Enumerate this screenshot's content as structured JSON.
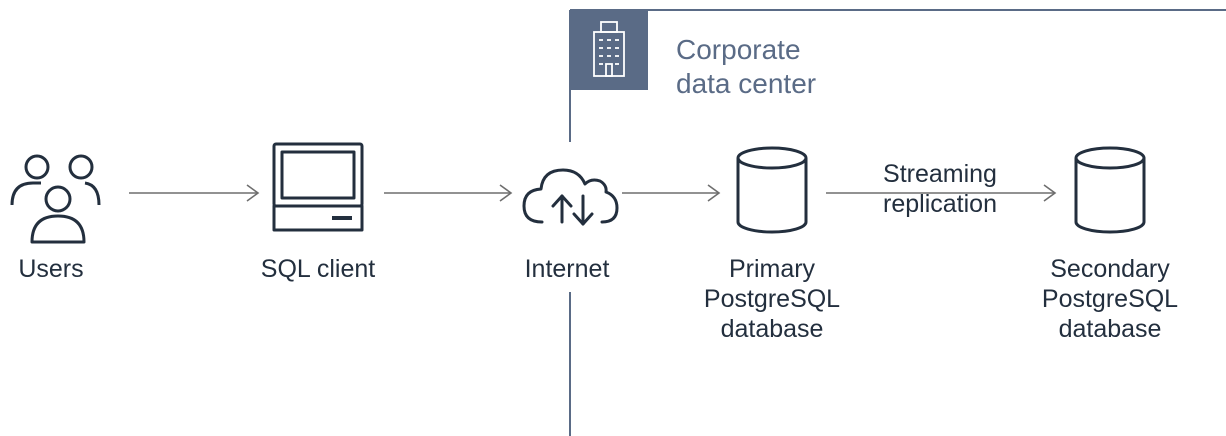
{
  "group": {
    "title_line1": "Corporate",
    "title_line2": "data center"
  },
  "nodes": {
    "users": {
      "label": "Users",
      "icon": "users-icon"
    },
    "sql_client": {
      "label": "SQL client",
      "icon": "computer-icon"
    },
    "internet": {
      "label": "Internet",
      "icon": "cloud-icon"
    },
    "primary_db": {
      "label_lines": [
        "Primary",
        "PostgreSQL",
        "database"
      ],
      "icon": "database-icon"
    },
    "secondary_db": {
      "label_lines": [
        "Secondary",
        "PostgreSQL",
        "database"
      ],
      "icon": "database-icon"
    }
  },
  "edges": {
    "replication_label_lines": [
      "Streaming",
      "replication"
    ]
  },
  "colors": {
    "icon_stroke": "#232f3e",
    "group_border": "#5a6b86",
    "group_icon_bg": "#5a6b86",
    "group_title": "#5a6b86",
    "arrow": "#6e6e6e"
  }
}
